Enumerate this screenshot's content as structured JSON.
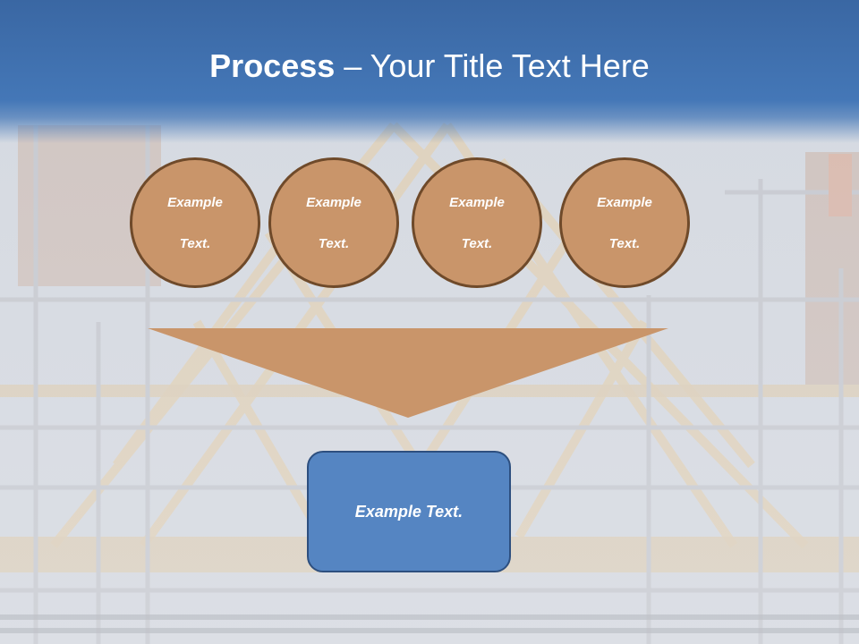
{
  "slide": {
    "title_bold": "Process",
    "title_rest": " – Your Title Text Here",
    "circles": [
      {
        "line1": "Example",
        "line2": "Text."
      },
      {
        "line1": "Example",
        "line2": "Text."
      },
      {
        "line1": "Example",
        "line2": "Text."
      },
      {
        "line1": "Example",
        "line2": "Text."
      }
    ],
    "result_text": "Example Text."
  },
  "colors": {
    "title_band": "#4477b7",
    "circle_fill": "#c9956a",
    "circle_border": "#6f4a2a",
    "funnel_fill": "#c9956a",
    "result_fill": "#5585c2",
    "result_border": "#2d4f7f"
  }
}
